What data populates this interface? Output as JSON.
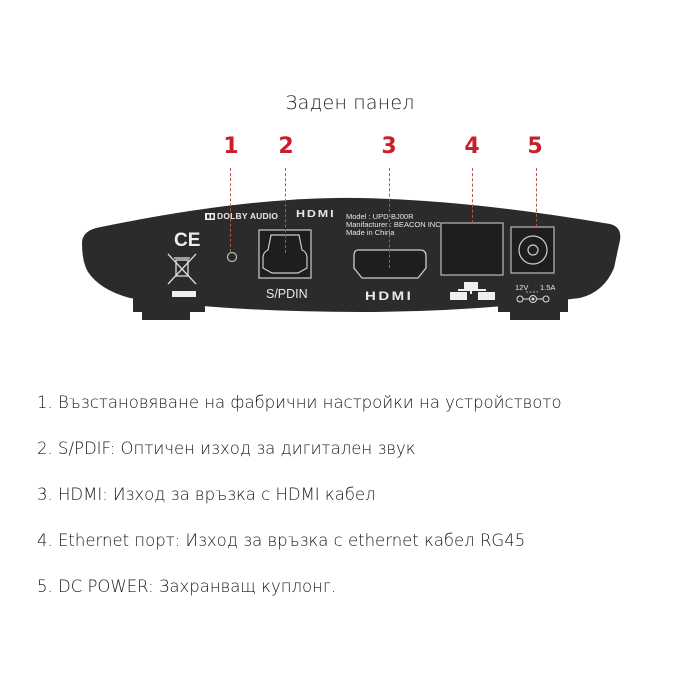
{
  "title": "Заден панел",
  "accent_color": "#c8202a",
  "device_color": "#2b2b2b",
  "callouts": [
    {
      "number": "1",
      "port": "reset-button"
    },
    {
      "number": "2",
      "port": "spdif-port"
    },
    {
      "number": "3",
      "port": "hdmi-port"
    },
    {
      "number": "4",
      "port": "ethernet-port"
    },
    {
      "number": "5",
      "port": "dc-power-port"
    }
  ],
  "device": {
    "dolby_label": "DOLBY AUDIO",
    "hdmi_logo_top": "HDMI",
    "model_line1": "Model : UPD-BJ00R",
    "model_line2": "Manifacturer : BEACON INC",
    "model_line3": "Made in China",
    "ce_mark": "CE",
    "spdif_label": "S/PDIN",
    "hdmi_logo_bottom": "HDMI",
    "power_rating_v": "12V",
    "power_rating_a": "1.5A"
  },
  "descriptions": [
    "1. Възстановяване на фабрични настройки на устройството",
    "2. S/PDIF: Оптичен изход за дигитален звук",
    "3. HDMI: Изход за връзка с HDMI кабел",
    "4. Ethernet порт: Изход за връзка с ethernet кабел RG45",
    "5. DC POWER: Захранващ куплонг."
  ]
}
